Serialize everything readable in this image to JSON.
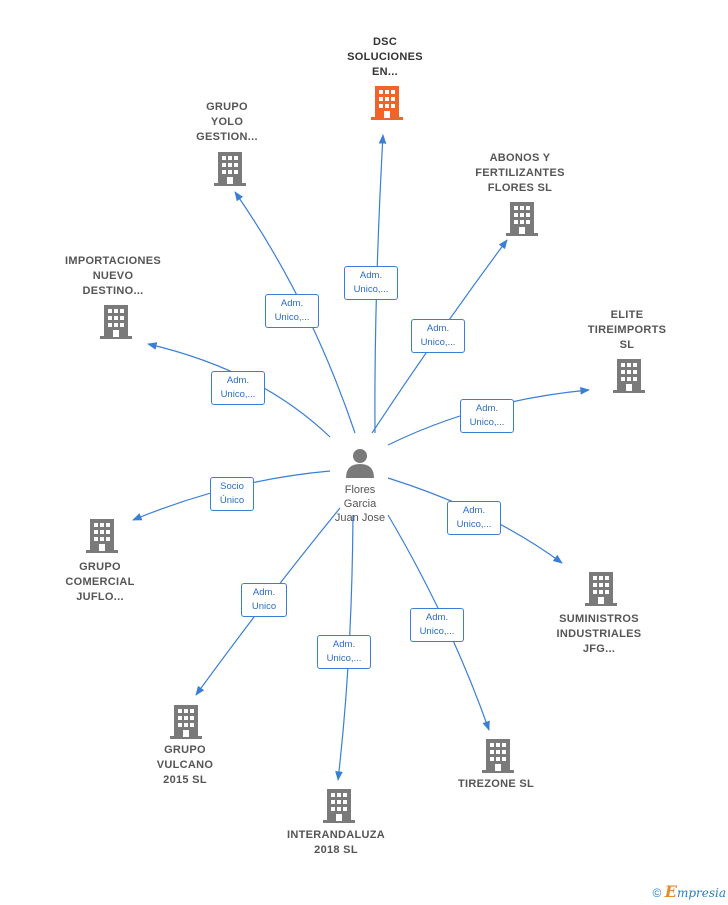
{
  "colors": {
    "edge": "#3a7fd5",
    "building": "#7a7a7a",
    "building_main": "#f2632a",
    "person": "#7a7a7a"
  },
  "person": {
    "name": "Flores\nGarcia\nJuan Jose",
    "icon": "person-icon"
  },
  "companies": [
    {
      "id": "dsc",
      "name": "DSC\nSOLUCIONES\nEN...",
      "main": true,
      "relation": "Adm.\nUnico,..."
    },
    {
      "id": "yolo",
      "name": "GRUPO\nYOLO\nGESTION...",
      "main": false,
      "relation": "Adm.\nUnico,..."
    },
    {
      "id": "abonos",
      "name": "ABONOS Y\nFERTILIZANTES\nFLORES  SL",
      "main": false,
      "relation": "Adm.\nUnico,..."
    },
    {
      "id": "importaciones",
      "name": "IMPORTACIONES\nNUEVO\nDESTINO...",
      "main": false,
      "relation": "Adm.\nUnico,..."
    },
    {
      "id": "elite",
      "name": "ELITE\nTIREIMPORTS\nSL",
      "main": false,
      "relation": "Adm.\nUnico,..."
    },
    {
      "id": "comercial",
      "name": "GRUPO\nCOMERCIAL\nJUFLO...",
      "main": false,
      "relation": "Socio\nÚnico"
    },
    {
      "id": "suministros",
      "name": "SUMINISTROS\nINDUSTRIALES\nJFG...",
      "main": false,
      "relation": "Adm.\nUnico,..."
    },
    {
      "id": "vulcano",
      "name": "GRUPO\nVULCANO\n2015  SL",
      "main": false,
      "relation": "Adm.\nUnico"
    },
    {
      "id": "interandaluza",
      "name": "INTERANDALUZA\n2018  SL",
      "main": false,
      "relation": "Adm.\nUnico,..."
    },
    {
      "id": "tirezone",
      "name": "TIREZONE  SL",
      "main": false,
      "relation": "Adm.\nUnico,..."
    }
  ],
  "footer": {
    "copyright": "©",
    "brand_initial": "E",
    "brand_rest": "mpresia"
  }
}
